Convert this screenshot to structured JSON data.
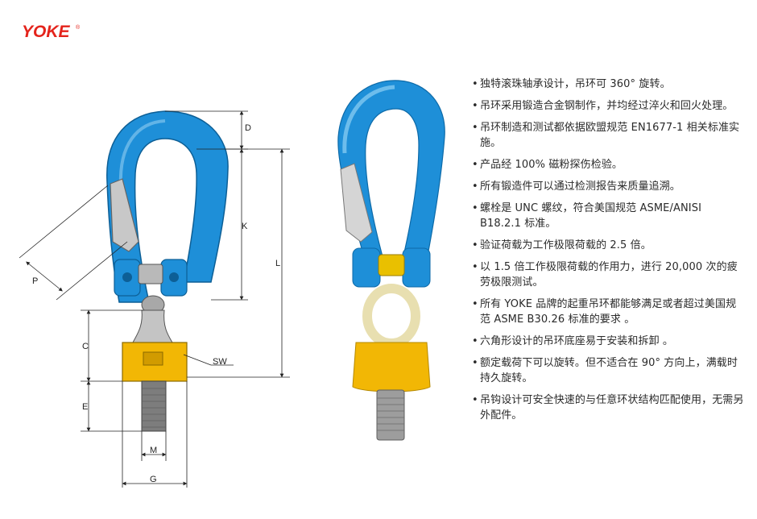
{
  "brand": {
    "logo_text": "YOKE",
    "logo_mark": "®",
    "accent": "#e4231b"
  },
  "colors": {
    "hook_blue": "#1e8fd8",
    "base_yellow": "#f2b705",
    "bolt_gray": "#7d7d7d"
  },
  "diagram": {
    "labels": {
      "d": "D",
      "k": "K",
      "l": "L",
      "p": "P",
      "c": "C",
      "sw": "SW",
      "e": "E",
      "m": "M",
      "g": "G"
    }
  },
  "features": [
    "独特滚珠轴承设计，吊环可 360° 旋转。",
    "吊环采用锻造合金钢制作，并均经过淬火和回火处理。",
    "吊环制造和测试都依据欧盟规范 EN1677-1 相关标准实施。",
    "产品经 100% 磁粉探伤检验。",
    "所有锻造件可以通过检测报告来质量追溯。",
    "螺栓是 UNC 螺纹，符合美国规范 ASME/ANISI B18.2.1 标准。",
    "验证荷载为工作极限荷载的 2.5 倍。",
    "以 1.5 倍工作极限荷载的作用力，进行 20,000 次的疲劳极限测试。",
    "所有 YOKE 品牌的起重吊环都能够满足或者超过美国规范 ASME B30.26 标准的要求 。",
    "六角形设计的吊环底座易于安装和拆卸 。",
    "额定载荷下可以旋转。但不适合在 90° 方向上，满载时持久旋转。",
    "吊钩设计可安全快速的与任意环状结构匹配使用，无需另外配件。"
  ]
}
